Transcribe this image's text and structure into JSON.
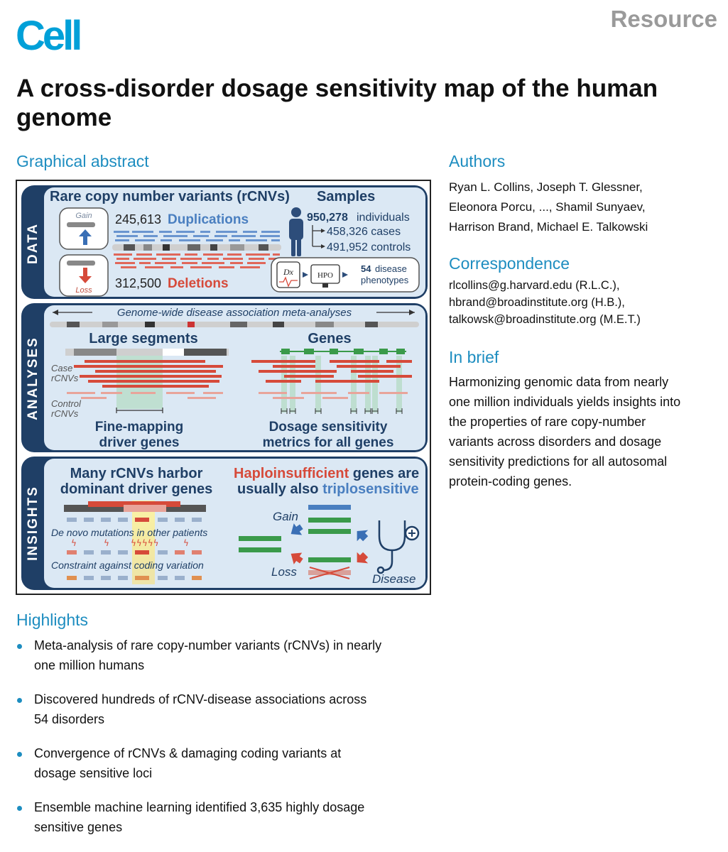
{
  "journal": {
    "name": "Cell",
    "article_type": "Resource"
  },
  "title": "A cross-disorder dosage sensitivity map of the human genome",
  "graphical_abstract": {
    "heading": "Graphical abstract",
    "data": {
      "label": "DATA",
      "rcnv_title": "Rare copy number variants (rCNVs)",
      "gain": "Gain",
      "loss": "Loss",
      "dup_count": "245,613",
      "dup_label": "Duplications",
      "del_count": "312,500",
      "del_label": "Deletions",
      "samples_title": "Samples",
      "individuals_count": "950,278",
      "individuals_label": "individuals",
      "cases": "458,326 cases",
      "controls": "491,952 controls",
      "dx": "Dx",
      "hpo": "HPO",
      "phenotypes_count": "54",
      "phenotypes_l1": "disease",
      "phenotypes_l2": "phenotypes"
    },
    "analyses": {
      "label": "ANALYSES",
      "genome_wide": "Genome-wide disease association meta-analyses",
      "large_segments": "Large segments",
      "genes": "Genes",
      "case_l1": "Case",
      "case_l2": "rCNVs",
      "control_l1": "Control",
      "control_l2": "rCNVs",
      "fine_l1": "Fine-mapping",
      "fine_l2": "driver genes",
      "dosage_l1": "Dosage sensitivity",
      "dosage_l2": "metrics for all genes"
    },
    "insights": {
      "label": "INSIGHTS",
      "many_l1": "Many rCNVs harbor",
      "many_l2": "dominant driver genes",
      "haplo_word": "Haploinsufficient",
      "haplo_rest": " genes are",
      "usually": "usually also ",
      "triplo_word": "triplosensitive",
      "denovo": "De novo mutations in other patients",
      "constraint": "Constraint against coding variation",
      "gain": "Gain",
      "loss": "Loss",
      "disease": "Disease"
    }
  },
  "authors": {
    "heading": "Authors",
    "lines": [
      "Ryan L. Collins, Joseph T. Glessner,",
      "Eleonora Porcu, ..., Shamil Sunyaev,",
      "Harrison Brand, Michael E. Talkowski"
    ]
  },
  "correspondence": {
    "heading": "Correspondence",
    "lines": [
      "rlcollins@g.harvard.edu (R.L.C.),",
      "hbrand@broadinstitute.org (H.B.),",
      "talkowsk@broadinstitute.org (M.E.T.)"
    ]
  },
  "in_brief": {
    "heading": "In brief",
    "lines": [
      "Harmonizing genomic data from nearly",
      "one million individuals yields insights into",
      "the properties of rare copy-number",
      "variants across disorders and dosage",
      "sensitivity predictions for all autosomal",
      "protein-coding genes."
    ]
  },
  "highlights": {
    "heading": "Highlights",
    "items": [
      [
        "Meta-analysis of rare copy-number variants (rCNVs) in nearly",
        "one million humans"
      ],
      [
        "Discovered hundreds of rCNV-disease associations across",
        "54 disorders"
      ],
      [
        "Convergence of rCNVs & damaging coding variants at",
        "dosage sensitive loci"
      ],
      [
        "Ensemble machine learning identified 3,635 highly dosage",
        "sensitive genes"
      ]
    ]
  },
  "colors": {
    "accent": "#1d8dc0",
    "dup_blue": "#4a7fc0",
    "del_red": "#d64a3a",
    "panel_navy": "#1f3f66",
    "panel_bg": "#dbe8f4",
    "gene_green": "#3a9a4a"
  }
}
